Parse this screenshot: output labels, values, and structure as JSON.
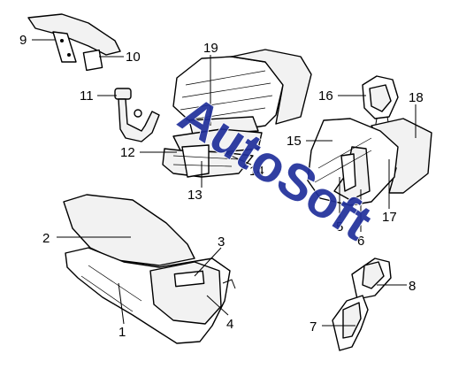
{
  "watermark": {
    "text": "AutoSoft",
    "color": "#1f2f9a"
  },
  "callouts": {
    "c1": "1",
    "c2": "2",
    "c3": "3",
    "c4": "4",
    "c5": "5",
    "c6": "6",
    "c7": "7",
    "c8": "8",
    "c9": "9",
    "c10": "10",
    "c11": "11",
    "c12": "12",
    "c13": "13",
    "c14": "14",
    "c15": "15",
    "c16": "16",
    "c17": "17",
    "c18": "18",
    "c19": "19"
  }
}
